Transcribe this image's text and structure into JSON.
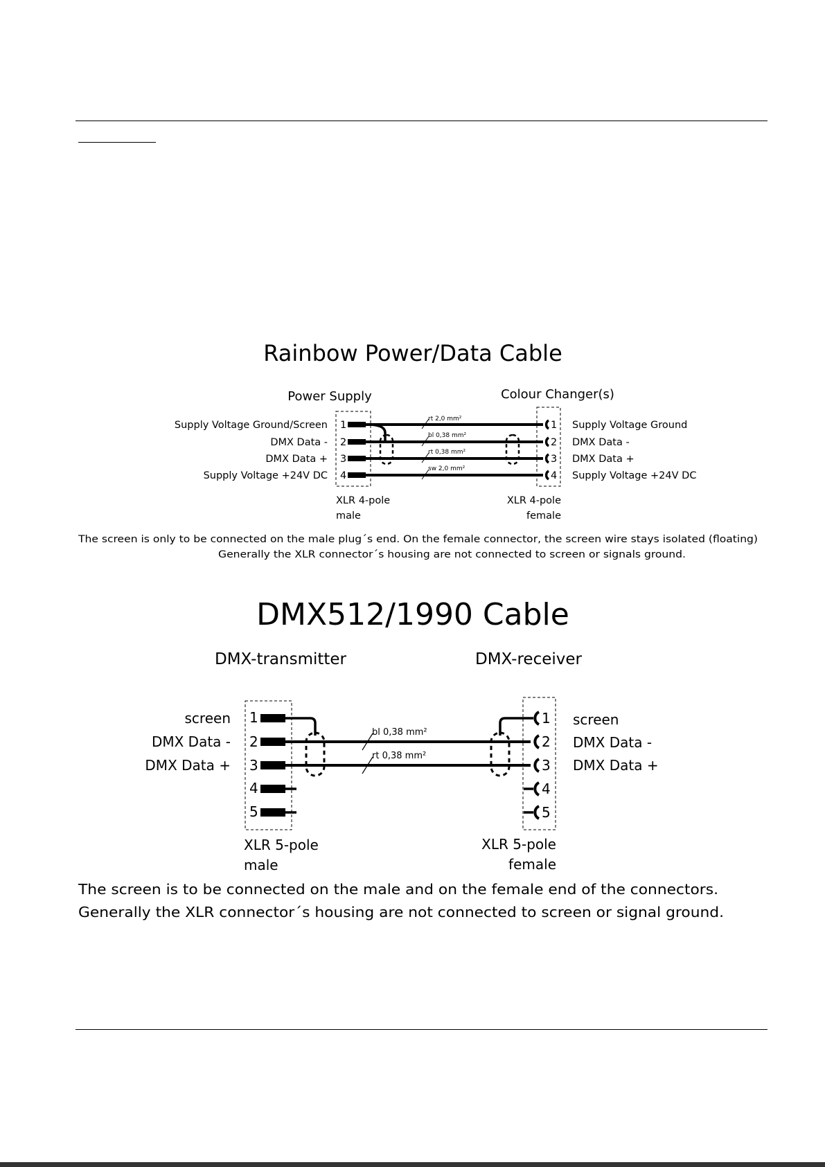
{
  "rainbow": {
    "title": "Rainbow Power/Data Cable",
    "left_header": "Power Supply",
    "right_header": "Colour Changer(s)",
    "pins": [
      {
        "num": "1",
        "left_label": "Supply Voltage Ground/Screen",
        "right_label": "Supply Voltage Ground",
        "wire": "rt 2,0 mm²"
      },
      {
        "num": "2",
        "left_label": "DMX Data -",
        "right_label": "DMX Data -",
        "wire": "bl 0,38 mm²"
      },
      {
        "num": "3",
        "left_label": "DMX Data +",
        "right_label": "DMX Data +",
        "wire": "rt 0,38 mm²"
      },
      {
        "num": "4",
        "left_label": "Supply Voltage +24V DC",
        "right_label": "Supply Voltage +24V DC",
        "wire": "sw 2,0 mm²"
      }
    ],
    "left_connector": {
      "line1": "XLR 4-pole",
      "line2": "male"
    },
    "right_connector": {
      "line1": "XLR 4-pole",
      "line2": "female"
    },
    "note1": "The screen is only to be connected on the male plug´s end. On the female connector, the screen wire stays isolated (floating)",
    "note2": "Generally the XLR connector´s housing are not connected to screen or signals ground."
  },
  "dmx": {
    "title": "DMX512/1990 Cable",
    "left_header": "DMX-transmitter",
    "right_header": "DMX-receiver",
    "pins": [
      {
        "num": "1",
        "left_label": "screen",
        "right_label": "screen"
      },
      {
        "num": "2",
        "left_label": "DMX Data -",
        "right_label": "DMX Data -",
        "wire": "bl 0,38 mm²"
      },
      {
        "num": "3",
        "left_label": "DMX Data +",
        "right_label": "DMX Data +",
        "wire": "rt 0,38 mm²"
      },
      {
        "num": "4"
      },
      {
        "num": "5"
      }
    ],
    "left_connector": {
      "line1": "XLR 5-pole",
      "line2": "male"
    },
    "right_connector": {
      "line1": "XLR 5-pole",
      "line2": "female"
    },
    "note1": "The screen is to be connected on the male and on the female end of the connectors.",
    "note2": "Generally the XLR connector´s housing are not connected to screen or signal ground."
  }
}
